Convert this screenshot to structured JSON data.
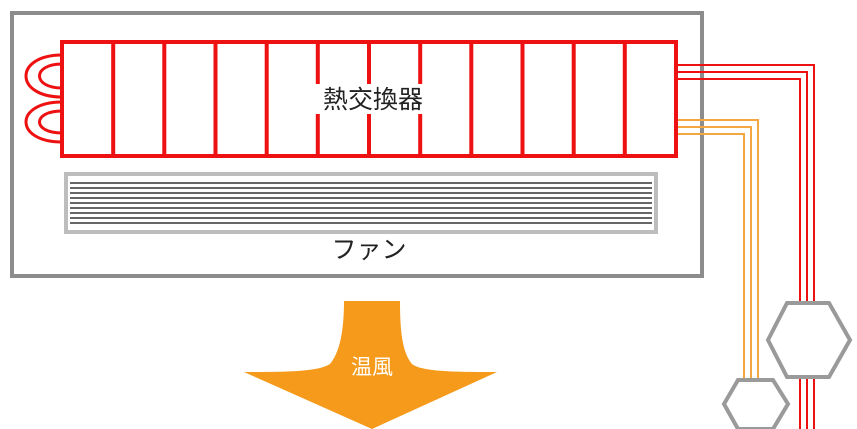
{
  "labels": {
    "heat_exchanger": "熱交換器",
    "fan": "ファン",
    "warm_air": "温風"
  },
  "icons": {
    "heat_exchanger": "coil-fins",
    "fan": "cross-flow-fan",
    "warm_air": "down-arrow",
    "pipe_joint": "hexagon-nut"
  },
  "colors": {
    "unit_outline": "#8c8c8c",
    "coil": "#ee1111",
    "liquid_pipe": "#f4a640",
    "fan_line": "#666666",
    "warm_air": "#f59a1a",
    "nut_outline": "#9a9a9a"
  }
}
